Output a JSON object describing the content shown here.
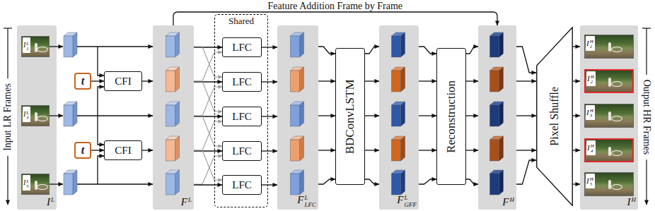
{
  "diagram": {
    "nodes": [
      {
        "text": [
          "I",
          "L"
        ]
      },
      {
        "text": [
          "I",
          "L",
          "1"
        ],
        "in": 0
      },
      {
        "text": [
          "I",
          "L",
          "3"
        ],
        "in": 0
      },
      {
        "text": [
          "I",
          "L",
          "5"
        ],
        "in": 0
      },
      {
        "text": [
          "t"
        ]
      },
      {
        "text": [
          "t"
        ]
      },
      {
        "text": [
          "CFI"
        ]
      },
      {
        "text": [
          "CFI"
        ]
      },
      {
        "text": [
          "F",
          "L"
        ]
      },
      {
        "text": [
          "Shared"
        ]
      },
      {
        "text": [
          "LFC"
        ],
        "in": 9
      },
      {
        "text": [
          "LFC"
        ],
        "in": 9
      },
      {
        "text": [
          "LFC"
        ],
        "in": 9
      },
      {
        "text": [
          "LFC"
        ],
        "in": 9
      },
      {
        "text": [
          "LFC"
        ],
        "in": 9
      },
      {
        "text": [
          "F",
          "L",
          "LFC"
        ]
      },
      {
        "text": [
          "BDConvLSTM"
        ]
      },
      {
        "text": [
          "F",
          "L",
          "GFF"
        ]
      },
      {
        "text": [
          "Reconstruction"
        ]
      },
      {
        "text": [
          "F",
          "H"
        ]
      },
      {
        "text": [
          "Pixel Shuffle"
        ]
      },
      {
        "text": [
          "I",
          "H"
        ]
      },
      {
        "text": [
          "I",
          "H",
          "1"
        ],
        "in": 21
      },
      {
        "text": [
          "I",
          "H",
          "2"
        ],
        "in": 21
      },
      {
        "text": [
          "I",
          "H",
          "3"
        ],
        "in": 21
      },
      {
        "text": [
          "I",
          "H",
          "4"
        ],
        "in": 21
      },
      {
        "text": [
          "I",
          "H",
          "5"
        ],
        "in": 21
      }
    ],
    "edges": [
      {
        "from": 4,
        "to": 6,
        "arrow": "to"
      },
      {
        "from": 5,
        "to": 7,
        "arrow": "to"
      },
      {
        "from": 6,
        "to": 8,
        "arrow": "to"
      },
      {
        "from": 7,
        "to": 8,
        "arrow": "to"
      },
      {
        "from": 8,
        "to": 10,
        "arrow": "to"
      },
      {
        "from": 8,
        "to": 11,
        "arrow": "to"
      },
      {
        "from": 8,
        "to": 12,
        "arrow": "to"
      },
      {
        "from": 8,
        "to": 13,
        "arrow": "to"
      },
      {
        "from": 8,
        "to": 14,
        "arrow": "to"
      },
      {
        "from": 10,
        "to": 15,
        "arrow": "to"
      },
      {
        "from": 11,
        "to": 15,
        "arrow": "to"
      },
      {
        "from": 12,
        "to": 15,
        "arrow": "to"
      },
      {
        "from": 13,
        "to": 15,
        "arrow": "to"
      },
      {
        "from": 14,
        "to": 15,
        "arrow": "to"
      },
      {
        "from": 15,
        "to": 16,
        "arrow": "to"
      },
      {
        "from": 16,
        "to": 17,
        "arrow": "to"
      },
      {
        "from": 17,
        "to": 18,
        "arrow": "to"
      },
      {
        "from": 18,
        "to": 19,
        "arrow": "to"
      },
      {
        "from": 19,
        "to": 20,
        "arrow": "to"
      },
      {
        "from": 20,
        "to": 21,
        "arrow": "to"
      },
      {
        "from": 8,
        "to": 19,
        "label": "Feature Addition Frame by Frame",
        "arrow": "to"
      }
    ],
    "labels": [
      "Input LR Frames",
      "Output HR Frames"
    ]
  }
}
